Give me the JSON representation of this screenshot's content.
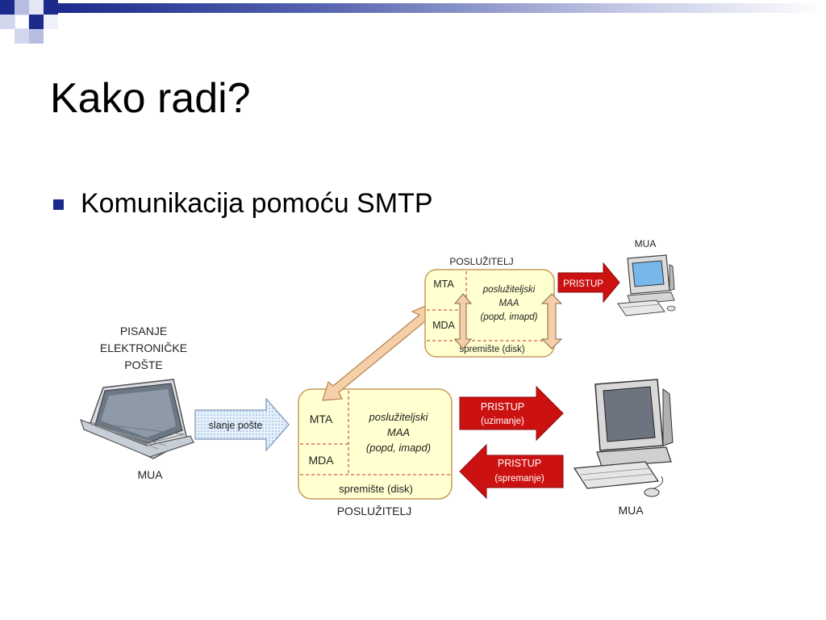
{
  "slide": {
    "title": "Kako radi?",
    "bullet": "Komunikacija pomoću SMTP"
  },
  "diagram": {
    "writing_label": [
      "PISANJE",
      "ELEKTRONIČKE",
      "POŠTE"
    ],
    "left_mua_label": "MUA",
    "send_arrow_label": "slanje pošte",
    "main_server": {
      "caption": "POSLUŽITELJ",
      "mta": "MTA",
      "mda": "MDA",
      "maa_lines": [
        "poslužiteljski",
        "MAA",
        "(popd, imapd)"
      ],
      "storage": "spremište (disk)"
    },
    "remote_server": {
      "caption": "POSLUŽITELJ",
      "mta": "MTA",
      "mda": "MDA",
      "maa_lines": [
        "poslužiteljski",
        "MAA",
        "(popd, imapd)"
      ],
      "storage": "spremište (disk)"
    },
    "remote_access_arrow": "PRISTUP",
    "access_retrieve": [
      "PRISTUP",
      "(uzimanje)"
    ],
    "access_store": [
      "PRISTUP",
      "(spremanje)"
    ],
    "top_mua_label": "MUA",
    "bottom_mua_label": "MUA"
  },
  "colors": {
    "accent_blue": "#1c2a8c",
    "server_fill": "#ffffd0",
    "server_border": "#c79a5c",
    "divider_red": "#c0392b",
    "access_red": "#cc1111",
    "send_arrow_fill": "#cfe3f7",
    "diagonal_arrow_fill": "#f4cfa8"
  }
}
